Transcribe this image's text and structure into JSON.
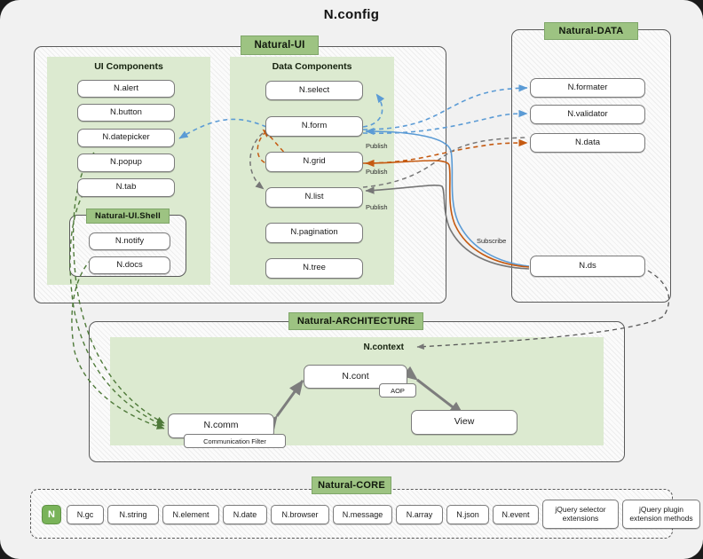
{
  "title": "N.config",
  "colors": {
    "group_title_bg": "#9dc382",
    "panel_bg": "#dcead0",
    "canvas_bg": "#f1f1f1",
    "node_border": "#7b7b7b",
    "badge_green": "#79b359",
    "wire_blue": "#5b9bd5",
    "wire_orange": "#c55a11",
    "wire_gray": "#767676",
    "wire_green": "#4f7a3a"
  },
  "groups": {
    "natural_ui": {
      "title": "Natural-UI",
      "panels": {
        "ui_components": {
          "title": "UI Components",
          "nodes": [
            "N.alert",
            "N.button",
            "N.datepicker",
            "N.popup",
            "N.tab"
          ],
          "shell": {
            "title": "Natural-UI.Shell",
            "nodes": [
              "N.notify",
              "N.docs"
            ]
          }
        },
        "data_components": {
          "title": "Data Components",
          "nodes": [
            "N.select",
            "N.form",
            "N.grid",
            "N.list",
            "N.pagination",
            "N.tree"
          ]
        }
      }
    },
    "natural_data": {
      "title": "Natural-DATA",
      "nodes": [
        "N.formater",
        "N.validator",
        "N.data",
        "N.ds"
      ]
    },
    "natural_architecture": {
      "title": "Natural-ARCHITECTURE",
      "context_label": "N.context",
      "nodes": [
        "N.cont",
        "N.comm",
        "View"
      ],
      "tags": {
        "aop": "AOP",
        "communication_filter": "Communication Filter"
      }
    },
    "natural_core": {
      "title": "Natural-CORE",
      "badge": "N",
      "nodes": [
        "N.gc",
        "N.string",
        "N.element",
        "N.date",
        "N.browser",
        "N.message",
        "N.array",
        "N.json",
        "N.event",
        "jQuery selector extensions",
        "jQuery plugin extension methods"
      ]
    }
  },
  "edge_labels": {
    "publish_form": "Publish",
    "publish_grid": "Publish",
    "publish_list": "Publish",
    "subscribe": "Subscribe"
  }
}
